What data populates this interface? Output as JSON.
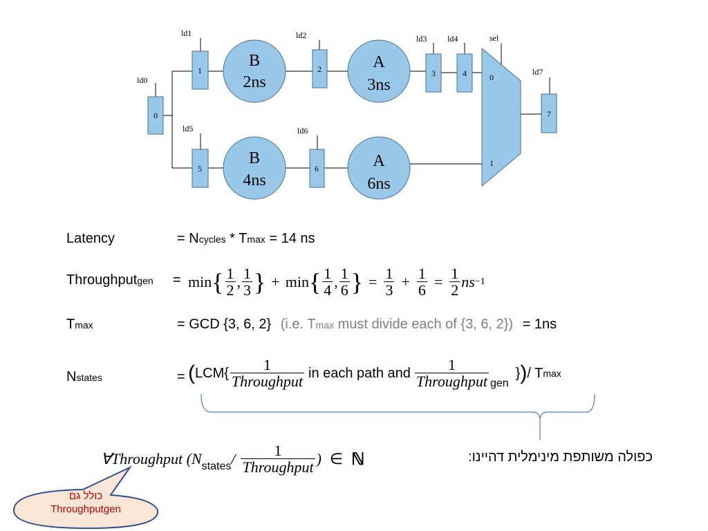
{
  "diagram": {
    "labels": {
      "ld0": "ld0",
      "ld1": "ld1",
      "ld2": "ld2",
      "ld3": "ld3",
      "ld4": "ld4",
      "ld5": "ld5",
      "ld6": "ld6",
      "ld7": "ld7",
      "sel": "sel"
    },
    "registers": {
      "r0": "0",
      "r1": "1",
      "r2": "2",
      "r3": "3",
      "r4": "4",
      "r5": "5",
      "r6": "6",
      "r7": "7"
    },
    "blocks": {
      "top_b": {
        "name": "B",
        "delay": "2ns"
      },
      "top_a": {
        "name": "A",
        "delay": "3ns"
      },
      "bot_b": {
        "name": "B",
        "delay": "4ns"
      },
      "bot_a": {
        "name": "A",
        "delay": "6ns"
      }
    },
    "mux": {
      "in0": "0",
      "in1": "1"
    },
    "colors": {
      "fill": "#99c9ea",
      "stroke": "#4a6f8a",
      "brace": "#4f81bd",
      "bubble_border": "#2f4f8f",
      "bubble_fill": "#fbe6d6",
      "bubble_text": "#c00000"
    }
  },
  "latency": {
    "label": "Latency",
    "eq": "= N",
    "sub_cycles": "cycles",
    "mid": " * T",
    "sub_max": "max",
    "rest": " = 14 ns"
  },
  "throughput": {
    "label": "Throughput",
    "label_sub": "gen",
    "eq": "=",
    "min1": "min",
    "f1": [
      "1",
      "2"
    ],
    "f2": [
      "1",
      "3"
    ],
    "plus": "+",
    "min2": "min",
    "f3": [
      "1",
      "4"
    ],
    "f4": [
      "1",
      "6"
    ],
    "eq2": "=",
    "f5": [
      "1",
      "3"
    ],
    "plus2": "+",
    "f6": [
      "1",
      "6"
    ],
    "eq3": "=",
    "f7": [
      "1",
      "2"
    ],
    "unit": "ns",
    "unit_exp": "−1"
  },
  "tmax": {
    "label": "T",
    "label_sub": "max",
    "eq": "= GCD {3, 6, 2}",
    "note_pre": "(i.e. T",
    "note_sub": "max",
    "note_post": "  must divide each of {3, 6, 2})",
    "result": "=  1ns"
  },
  "nstates": {
    "label": "N",
    "label_sub": "states",
    "eq": "=",
    "lcm": "LCM{",
    "frac_num": "1",
    "frac_den": "Throughput",
    "mid": " in each path and ",
    "frac2_num": "1",
    "frac2_den": "Throughput",
    "frac2_sub": "gen",
    "close": "}",
    "tail": " / T",
    "tail_sub": "max"
  },
  "bottom": {
    "forall": "∀Throughput (N",
    "states_sub": "states",
    "slash": " /",
    "frac_num": "1",
    "frac_den": "Throughput",
    "close": ")",
    "in_sym": "∈",
    "set": "ℕ",
    "hebrew": "כפולה משותפת מינימלית דהיינו:"
  },
  "bubble": {
    "line1": "כולל גם",
    "line2": "Throughputgen"
  }
}
